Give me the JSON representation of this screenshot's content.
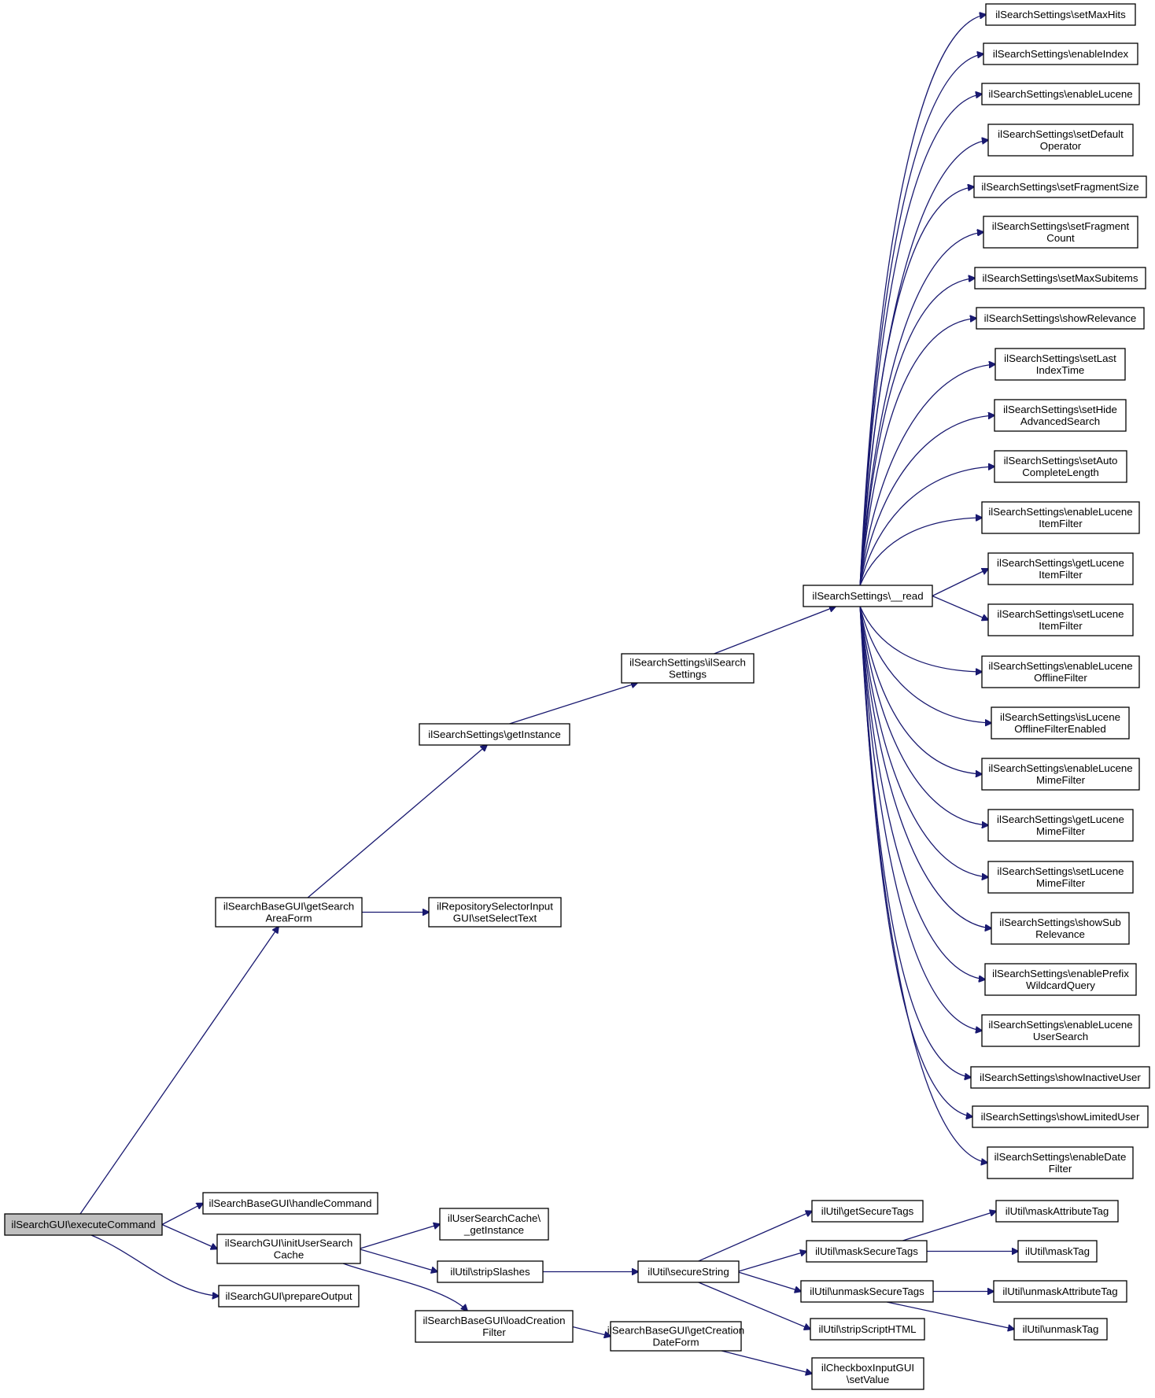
{
  "diagram": {
    "type": "call-graph",
    "nodes": [
      {
        "id": "n0",
        "lines": [
          "ilSearchGUI\\executeCommand"
        ],
        "root": true
      },
      {
        "id": "n1",
        "lines": [
          "ilSearchBaseGUI\\getSearch",
          "AreaForm"
        ]
      },
      {
        "id": "n2",
        "lines": [
          "ilSearchBaseGUI\\handleCommand"
        ]
      },
      {
        "id": "n3",
        "lines": [
          "ilSearchGUI\\initUserSearch",
          "Cache"
        ]
      },
      {
        "id": "n4",
        "lines": [
          "ilSearchGUI\\prepareOutput"
        ]
      },
      {
        "id": "n5",
        "lines": [
          "ilSearchSettings\\getInstance"
        ]
      },
      {
        "id": "n6",
        "lines": [
          "ilRepositorySelectorInput",
          "GUI\\setSelectText"
        ]
      },
      {
        "id": "n7",
        "lines": [
          "ilUserSearchCache\\",
          "_getInstance"
        ]
      },
      {
        "id": "n8",
        "lines": [
          "ilUtil\\stripSlashes"
        ]
      },
      {
        "id": "n9",
        "lines": [
          "ilSearchBaseGUI\\loadCreation",
          "Filter"
        ]
      },
      {
        "id": "n10",
        "lines": [
          "ilSearchSettings\\ilSearch",
          "Settings"
        ]
      },
      {
        "id": "n11",
        "lines": [
          "ilUtil\\secureString"
        ]
      },
      {
        "id": "n12",
        "lines": [
          "ilSearchBaseGUI\\getCreation",
          "DateForm"
        ]
      },
      {
        "id": "n13",
        "lines": [
          "ilSearchSettings\\__read"
        ]
      },
      {
        "id": "n14",
        "lines": [
          "ilUtil\\getSecureTags"
        ]
      },
      {
        "id": "n15",
        "lines": [
          "ilUtil\\maskSecureTags"
        ]
      },
      {
        "id": "n16",
        "lines": [
          "ilUtil\\unmaskSecureTags"
        ]
      },
      {
        "id": "n17",
        "lines": [
          "ilUtil\\stripScriptHTML"
        ]
      },
      {
        "id": "n18",
        "lines": [
          "ilCheckboxInputGUI",
          "\\setValue"
        ]
      },
      {
        "id": "n19",
        "lines": [
          "ilSearchSettings\\setMaxHits"
        ]
      },
      {
        "id": "n20",
        "lines": [
          "ilSearchSettings\\enableIndex"
        ]
      },
      {
        "id": "n21",
        "lines": [
          "ilSearchSettings\\enableLucene"
        ]
      },
      {
        "id": "n22",
        "lines": [
          "ilSearchSettings\\setDefault",
          "Operator"
        ]
      },
      {
        "id": "n23",
        "lines": [
          "ilSearchSettings\\setFragmentSize"
        ]
      },
      {
        "id": "n24",
        "lines": [
          "ilSearchSettings\\setFragment",
          "Count"
        ]
      },
      {
        "id": "n25",
        "lines": [
          "ilSearchSettings\\setMaxSubitems"
        ]
      },
      {
        "id": "n26",
        "lines": [
          "ilSearchSettings\\showRelevance"
        ]
      },
      {
        "id": "n27",
        "lines": [
          "ilSearchSettings\\setLast",
          "IndexTime"
        ]
      },
      {
        "id": "n28",
        "lines": [
          "ilSearchSettings\\setHide",
          "AdvancedSearch"
        ]
      },
      {
        "id": "n29",
        "lines": [
          "ilSearchSettings\\setAuto",
          "CompleteLength"
        ]
      },
      {
        "id": "n30",
        "lines": [
          "ilSearchSettings\\enableLucene",
          "ItemFilter"
        ]
      },
      {
        "id": "n31",
        "lines": [
          "ilSearchSettings\\getLucene",
          "ItemFilter"
        ]
      },
      {
        "id": "n32",
        "lines": [
          "ilSearchSettings\\setLucene",
          "ItemFilter"
        ]
      },
      {
        "id": "n33",
        "lines": [
          "ilSearchSettings\\enableLucene",
          "OfflineFilter"
        ]
      },
      {
        "id": "n34",
        "lines": [
          "ilSearchSettings\\isLucene",
          "OfflineFilterEnabled"
        ]
      },
      {
        "id": "n35",
        "lines": [
          "ilSearchSettings\\enableLucene",
          "MimeFilter"
        ]
      },
      {
        "id": "n36",
        "lines": [
          "ilSearchSettings\\getLucene",
          "MimeFilter"
        ]
      },
      {
        "id": "n37",
        "lines": [
          "ilSearchSettings\\setLucene",
          "MimeFilter"
        ]
      },
      {
        "id": "n38",
        "lines": [
          "ilSearchSettings\\showSub",
          "Relevance"
        ]
      },
      {
        "id": "n39",
        "lines": [
          "ilSearchSettings\\enablePrefix",
          "WildcardQuery"
        ]
      },
      {
        "id": "n40",
        "lines": [
          "ilSearchSettings\\enableLucene",
          "UserSearch"
        ]
      },
      {
        "id": "n41",
        "lines": [
          "ilSearchSettings\\showInactiveUser"
        ]
      },
      {
        "id": "n42",
        "lines": [
          "ilSearchSettings\\showLimitedUser"
        ]
      },
      {
        "id": "n43",
        "lines": [
          "ilSearchSettings\\enableDate",
          "Filter"
        ]
      },
      {
        "id": "n44",
        "lines": [
          "ilUtil\\maskAttributeTag"
        ]
      },
      {
        "id": "n45",
        "lines": [
          "ilUtil\\maskTag"
        ]
      },
      {
        "id": "n46",
        "lines": [
          "ilUtil\\unmaskAttributeTag"
        ]
      },
      {
        "id": "n47",
        "lines": [
          "ilUtil\\unmaskTag"
        ]
      }
    ],
    "edges": [
      [
        "n0",
        "n1"
      ],
      [
        "n0",
        "n2"
      ],
      [
        "n0",
        "n3"
      ],
      [
        "n0",
        "n4"
      ],
      [
        "n1",
        "n5"
      ],
      [
        "n1",
        "n6"
      ],
      [
        "n3",
        "n7"
      ],
      [
        "n3",
        "n8"
      ],
      [
        "n3",
        "n9"
      ],
      [
        "n5",
        "n10"
      ],
      [
        "n10",
        "n13"
      ],
      [
        "n8",
        "n11"
      ],
      [
        "n9",
        "n12"
      ],
      [
        "n12",
        "n18"
      ],
      [
        "n11",
        "n14"
      ],
      [
        "n11",
        "n15"
      ],
      [
        "n11",
        "n16"
      ],
      [
        "n11",
        "n17"
      ],
      [
        "n15",
        "n44"
      ],
      [
        "n15",
        "n45"
      ],
      [
        "n16",
        "n46"
      ],
      [
        "n16",
        "n47"
      ],
      [
        "n13",
        "n19"
      ],
      [
        "n13",
        "n20"
      ],
      [
        "n13",
        "n21"
      ],
      [
        "n13",
        "n22"
      ],
      [
        "n13",
        "n23"
      ],
      [
        "n13",
        "n24"
      ],
      [
        "n13",
        "n25"
      ],
      [
        "n13",
        "n26"
      ],
      [
        "n13",
        "n27"
      ],
      [
        "n13",
        "n28"
      ],
      [
        "n13",
        "n29"
      ],
      [
        "n13",
        "n30"
      ],
      [
        "n13",
        "n31"
      ],
      [
        "n13",
        "n32"
      ],
      [
        "n13",
        "n33"
      ],
      [
        "n13",
        "n34"
      ],
      [
        "n13",
        "n35"
      ],
      [
        "n13",
        "n36"
      ],
      [
        "n13",
        "n37"
      ],
      [
        "n13",
        "n38"
      ],
      [
        "n13",
        "n39"
      ],
      [
        "n13",
        "n40"
      ],
      [
        "n13",
        "n41"
      ],
      [
        "n13",
        "n42"
      ],
      [
        "n13",
        "n43"
      ]
    ],
    "colors": {
      "edge": "#191970",
      "root_fill": "#bfbfbf",
      "node_fill": "#ffffff",
      "node_stroke": "#000000"
    }
  }
}
